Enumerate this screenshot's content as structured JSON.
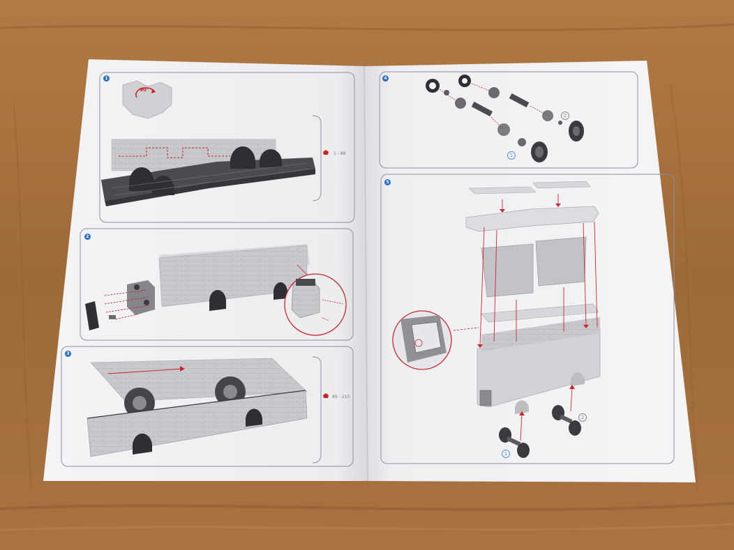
{
  "booklet": {
    "steps": [
      {
        "number": "1",
        "piece_range": "1 - 88",
        "rotation": "90°"
      },
      {
        "number": "2"
      },
      {
        "number": "3",
        "piece_range": "89 - 210"
      },
      {
        "number": "4",
        "callouts": [
          "1",
          "2"
        ]
      },
      {
        "number": "5",
        "callouts": [
          "1",
          "2"
        ]
      }
    ]
  },
  "colors": {
    "table": "#a9713d",
    "paper": "#f2f2f4",
    "panel_border": "#7a8094",
    "accent_red": "#c8262c",
    "step_blue": "#2d6fc4",
    "dark_gray": "#4a4a50",
    "light_gray": "#c9cacd"
  }
}
